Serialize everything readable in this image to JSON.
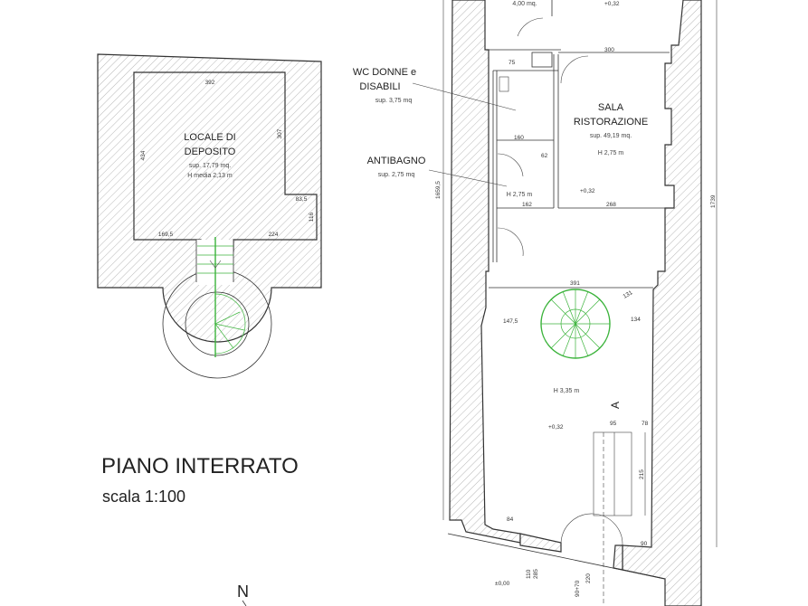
{
  "title": {
    "main": "PIANO INTERRATO",
    "scale": "scala 1:100"
  },
  "north": "N",
  "colors": {
    "lines": "#333333",
    "stair": "#3bb33b",
    "background": "#ffffff"
  },
  "deposito": {
    "name_1": "LOCALE DI",
    "name_2": "DEPOSITO",
    "area": "sup. 17,79 mq.",
    "height": "H media 2,13 m",
    "dims": {
      "top": "392",
      "left": "434",
      "right": "307",
      "step": "83,5",
      "step_h": "116",
      "bottom_left": "169,5",
      "bottom_right": "224"
    }
  },
  "rooms": {
    "top_room_area": "4,00 mq.",
    "wc": {
      "name_1": "WC DONNE e",
      "name_2": "DISABILI",
      "area": "sup. 3,75 mq"
    },
    "antibagno": {
      "name": "ANTIBAGNO",
      "area": "sup. 2,75 mq",
      "height": "H 2,75 m"
    },
    "sala": {
      "name_1": "SALA",
      "name_2": "RISTORAZIONE",
      "area": "sup. 49,19 mq.",
      "height": "H 2,75 m"
    },
    "lower": {
      "height": "H 3,35 m"
    }
  },
  "levels": {
    "upper": "+0,32",
    "middle": "+0,32",
    "lower": "+0,32",
    "street": "±0,00"
  },
  "dims": {
    "d75": "75",
    "d300": "300",
    "d160": "160",
    "d62": "62",
    "d162": "162",
    "d268": "268",
    "d391": "391",
    "d131": "131",
    "d1475": "147,5",
    "d134": "134",
    "d95": "95",
    "d78": "78",
    "d215": "215",
    "d90": "90",
    "d84": "84",
    "total_left": "1659,5",
    "total_right": "1739",
    "door_main": "90+70",
    "door_main_h": "220",
    "window": "110",
    "window_h": "285",
    "section": "A"
  }
}
